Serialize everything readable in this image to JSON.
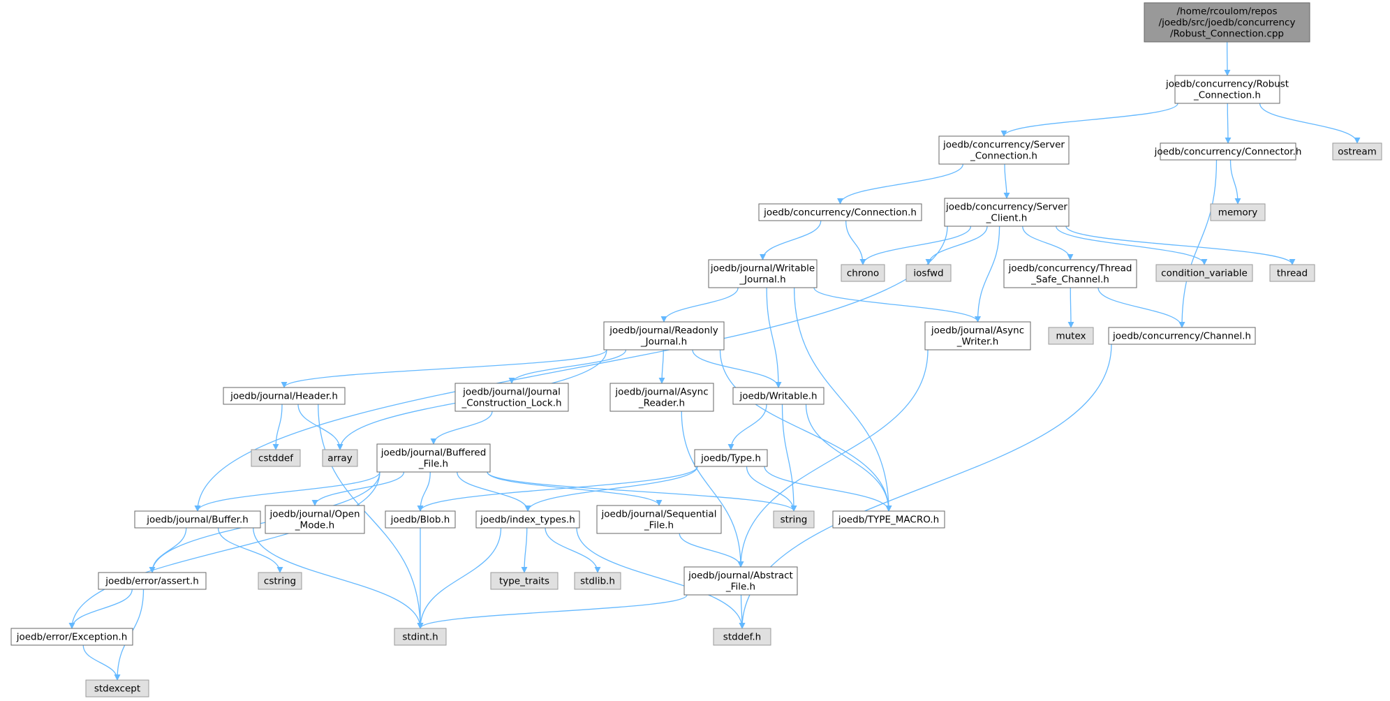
{
  "colors": {
    "edge": "#63b8ff",
    "node_border": "#666666",
    "root_fill": "#999999",
    "file_fill": "#ffffff",
    "system_fill": "#e0e0e0",
    "system_border": "#999999"
  },
  "nodes": [
    {
      "id": "robust_cpp",
      "lines": [
        "/home/rcoulom/repos",
        "/joedb/src/joedb/concurrency",
        "/Robust_Connection.cpp"
      ],
      "kind": "root"
    },
    {
      "id": "robust_h",
      "lines": [
        "joedb/concurrency/Robust",
        "_Connection.h"
      ],
      "kind": "file"
    },
    {
      "id": "server_conn_h",
      "lines": [
        "joedb/concurrency/Server",
        "_Connection.h"
      ],
      "kind": "file"
    },
    {
      "id": "connector_h",
      "lines": [
        "joedb/concurrency/Connector.h"
      ],
      "kind": "file"
    },
    {
      "id": "ostream",
      "lines": [
        "ostream"
      ],
      "kind": "system"
    },
    {
      "id": "connection_h",
      "lines": [
        "joedb/concurrency/Connection.h"
      ],
      "kind": "file"
    },
    {
      "id": "server_client_h",
      "lines": [
        "joedb/concurrency/Server",
        "_Client.h"
      ],
      "kind": "file"
    },
    {
      "id": "memory",
      "lines": [
        "memory"
      ],
      "kind": "system"
    },
    {
      "id": "writable_journal_h",
      "lines": [
        "joedb/journal/Writable",
        "_Journal.h"
      ],
      "kind": "file"
    },
    {
      "id": "chrono",
      "lines": [
        "chrono"
      ],
      "kind": "system"
    },
    {
      "id": "iosfwd",
      "lines": [
        "iosfwd"
      ],
      "kind": "system"
    },
    {
      "id": "thread_safe_h",
      "lines": [
        "joedb/concurrency/Thread",
        "_Safe_Channel.h"
      ],
      "kind": "file"
    },
    {
      "id": "condition_variable",
      "lines": [
        "condition_variable"
      ],
      "kind": "system"
    },
    {
      "id": "thread",
      "lines": [
        "thread"
      ],
      "kind": "system"
    },
    {
      "id": "readonly_journal_h",
      "lines": [
        "joedb/journal/Readonly",
        "_Journal.h"
      ],
      "kind": "file"
    },
    {
      "id": "async_writer_h",
      "lines": [
        "joedb/journal/Async",
        "_Writer.h"
      ],
      "kind": "file"
    },
    {
      "id": "mutex",
      "lines": [
        "mutex"
      ],
      "kind": "system"
    },
    {
      "id": "channel_h",
      "lines": [
        "joedb/concurrency/Channel.h"
      ],
      "kind": "file"
    },
    {
      "id": "header_h",
      "lines": [
        "joedb/journal/Header.h"
      ],
      "kind": "file"
    },
    {
      "id": "jcl_h",
      "lines": [
        "joedb/journal/Journal",
        "_Construction_Lock.h"
      ],
      "kind": "file"
    },
    {
      "id": "async_reader_h",
      "lines": [
        "joedb/journal/Async",
        "_Reader.h"
      ],
      "kind": "file"
    },
    {
      "id": "writable_h",
      "lines": [
        "joedb/Writable.h"
      ],
      "kind": "file"
    },
    {
      "id": "cstddef",
      "lines": [
        "cstddef"
      ],
      "kind": "system"
    },
    {
      "id": "array",
      "lines": [
        "array"
      ],
      "kind": "system"
    },
    {
      "id": "buffered_file_h",
      "lines": [
        "joedb/journal/Buffered",
        "_File.h"
      ],
      "kind": "file"
    },
    {
      "id": "type_h",
      "lines": [
        "joedb/Type.h"
      ],
      "kind": "file"
    },
    {
      "id": "buffer_h",
      "lines": [
        "joedb/journal/Buffer.h"
      ],
      "kind": "file"
    },
    {
      "id": "open_mode_h",
      "lines": [
        "joedb/journal/Open",
        "_Mode.h"
      ],
      "kind": "file"
    },
    {
      "id": "blob_h",
      "lines": [
        "joedb/Blob.h"
      ],
      "kind": "file"
    },
    {
      "id": "index_types_h",
      "lines": [
        "joedb/index_types.h"
      ],
      "kind": "file"
    },
    {
      "id": "sequential_file_h",
      "lines": [
        "joedb/journal/Sequential",
        "_File.h"
      ],
      "kind": "file"
    },
    {
      "id": "string",
      "lines": [
        "string"
      ],
      "kind": "system"
    },
    {
      "id": "type_macro_h",
      "lines": [
        "joedb/TYPE_MACRO.h"
      ],
      "kind": "file"
    },
    {
      "id": "cstring",
      "lines": [
        "cstring"
      ],
      "kind": "system"
    },
    {
      "id": "assert_h",
      "lines": [
        "joedb/error/assert.h"
      ],
      "kind": "file"
    },
    {
      "id": "type_traits",
      "lines": [
        "type_traits"
      ],
      "kind": "system"
    },
    {
      "id": "stdlib_h",
      "lines": [
        "stdlib.h"
      ],
      "kind": "system"
    },
    {
      "id": "abstract_file_h",
      "lines": [
        "joedb/journal/Abstract",
        "_File.h"
      ],
      "kind": "file"
    },
    {
      "id": "exception_h",
      "lines": [
        "joedb/error/Exception.h"
      ],
      "kind": "file"
    },
    {
      "id": "stdint_h",
      "lines": [
        "stdint.h"
      ],
      "kind": "system"
    },
    {
      "id": "stddef_h",
      "lines": [
        "stddef.h"
      ],
      "kind": "system"
    },
    {
      "id": "stdexcept",
      "lines": [
        "stdexcept"
      ],
      "kind": "system"
    }
  ],
  "edges": [
    [
      "robust_cpp",
      "robust_h"
    ],
    [
      "robust_h",
      "server_conn_h"
    ],
    [
      "robust_h",
      "connector_h"
    ],
    [
      "robust_h",
      "ostream"
    ],
    [
      "server_conn_h",
      "connection_h"
    ],
    [
      "server_conn_h",
      "server_client_h"
    ],
    [
      "connector_h",
      "memory"
    ],
    [
      "connector_h",
      "channel_h"
    ],
    [
      "connection_h",
      "writable_journal_h"
    ],
    [
      "connection_h",
      "chrono"
    ],
    [
      "server_client_h",
      "chrono"
    ],
    [
      "server_client_h",
      "iosfwd"
    ],
    [
      "server_client_h",
      "thread_safe_h"
    ],
    [
      "server_client_h",
      "condition_variable"
    ],
    [
      "server_client_h",
      "thread"
    ],
    [
      "server_client_h",
      "async_writer_h"
    ],
    [
      "server_client_h",
      "buffer_h"
    ],
    [
      "writable_journal_h",
      "readonly_journal_h"
    ],
    [
      "writable_journal_h",
      "async_writer_h"
    ],
    [
      "writable_journal_h",
      "writable_h"
    ],
    [
      "writable_journal_h",
      "type_macro_h"
    ],
    [
      "thread_safe_h",
      "mutex"
    ],
    [
      "thread_safe_h",
      "channel_h"
    ],
    [
      "readonly_journal_h",
      "header_h"
    ],
    [
      "readonly_journal_h",
      "jcl_h"
    ],
    [
      "readonly_journal_h",
      "async_reader_h"
    ],
    [
      "readonly_journal_h",
      "writable_h"
    ],
    [
      "readonly_journal_h",
      "array"
    ],
    [
      "readonly_journal_h",
      "type_macro_h"
    ],
    [
      "async_writer_h",
      "abstract_file_h"
    ],
    [
      "channel_h",
      "stddef_h"
    ],
    [
      "header_h",
      "cstddef"
    ],
    [
      "header_h",
      "array"
    ],
    [
      "header_h",
      "stdint_h"
    ],
    [
      "jcl_h",
      "buffered_file_h"
    ],
    [
      "async_reader_h",
      "abstract_file_h"
    ],
    [
      "writable_h",
      "type_h"
    ],
    [
      "writable_h",
      "string"
    ],
    [
      "writable_h",
      "type_macro_h"
    ],
    [
      "buffered_file_h",
      "buffer_h"
    ],
    [
      "buffered_file_h",
      "open_mode_h"
    ],
    [
      "buffered_file_h",
      "blob_h"
    ],
    [
      "buffered_file_h",
      "index_types_h"
    ],
    [
      "buffered_file_h",
      "sequential_file_h"
    ],
    [
      "buffered_file_h",
      "string"
    ],
    [
      "buffered_file_h",
      "assert_h"
    ],
    [
      "buffered_file_h",
      "exception_h"
    ],
    [
      "type_h",
      "blob_h"
    ],
    [
      "type_h",
      "index_types_h"
    ],
    [
      "type_h",
      "string"
    ],
    [
      "type_h",
      "type_macro_h"
    ],
    [
      "buffer_h",
      "cstring"
    ],
    [
      "buffer_h",
      "assert_h"
    ],
    [
      "buffer_h",
      "stdint_h"
    ],
    [
      "blob_h",
      "stdint_h"
    ],
    [
      "index_types_h",
      "type_traits"
    ],
    [
      "index_types_h",
      "stdlib_h"
    ],
    [
      "index_types_h",
      "stdint_h"
    ],
    [
      "index_types_h",
      "stddef_h"
    ],
    [
      "sequential_file_h",
      "abstract_file_h"
    ],
    [
      "assert_h",
      "exception_h"
    ],
    [
      "assert_h",
      "stdexcept"
    ],
    [
      "abstract_file_h",
      "stdint_h"
    ],
    [
      "abstract_file_h",
      "stddef_h"
    ],
    [
      "exception_h",
      "stdexcept"
    ]
  ]
}
